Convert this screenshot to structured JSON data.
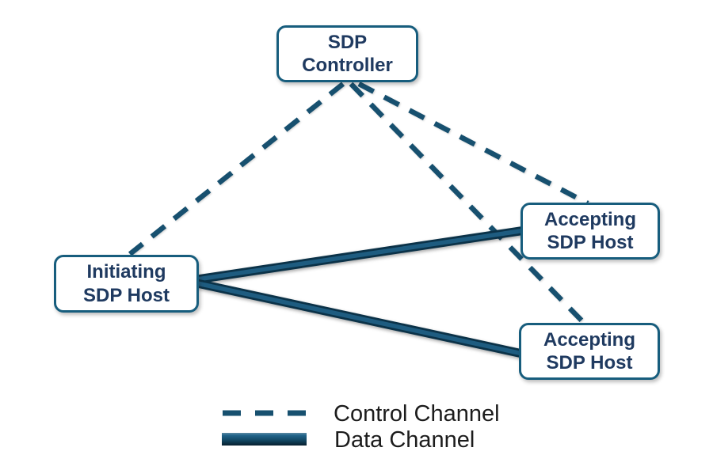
{
  "diagram": {
    "nodes": [
      {
        "id": "sdp-controller",
        "line1": "SDP",
        "line2": "Controller"
      },
      {
        "id": "initiating-sdp-host",
        "line1": "Initiating",
        "line2": "SDP Host"
      },
      {
        "id": "accepting-sdp-host-top",
        "line1": "Accepting",
        "line2": "SDP Host"
      },
      {
        "id": "accepting-sdp-host-bottom",
        "line1": "Accepting",
        "line2": "SDP Host"
      }
    ],
    "edges": [
      {
        "from": "sdp-controller",
        "to": "initiating-sdp-host",
        "type": "control"
      },
      {
        "from": "sdp-controller",
        "to": "accepting-sdp-host-top",
        "type": "control"
      },
      {
        "from": "sdp-controller",
        "to": "accepting-sdp-host-bottom",
        "type": "control"
      },
      {
        "from": "initiating-sdp-host",
        "to": "accepting-sdp-host-top",
        "type": "data"
      },
      {
        "from": "initiating-sdp-host",
        "to": "accepting-sdp-host-bottom",
        "type": "data"
      }
    ],
    "legend": {
      "control_label": "Control Channel",
      "data_label": "Data Channel"
    },
    "colors": {
      "control_line": "#17506F",
      "data_line_dark": "#0B3248",
      "data_line_core": "#1E5C80",
      "node_border": "#175D7D",
      "node_text": "#1F3A60",
      "legend_text": "#1C1C1C",
      "background": "#FFFFFF"
    }
  }
}
